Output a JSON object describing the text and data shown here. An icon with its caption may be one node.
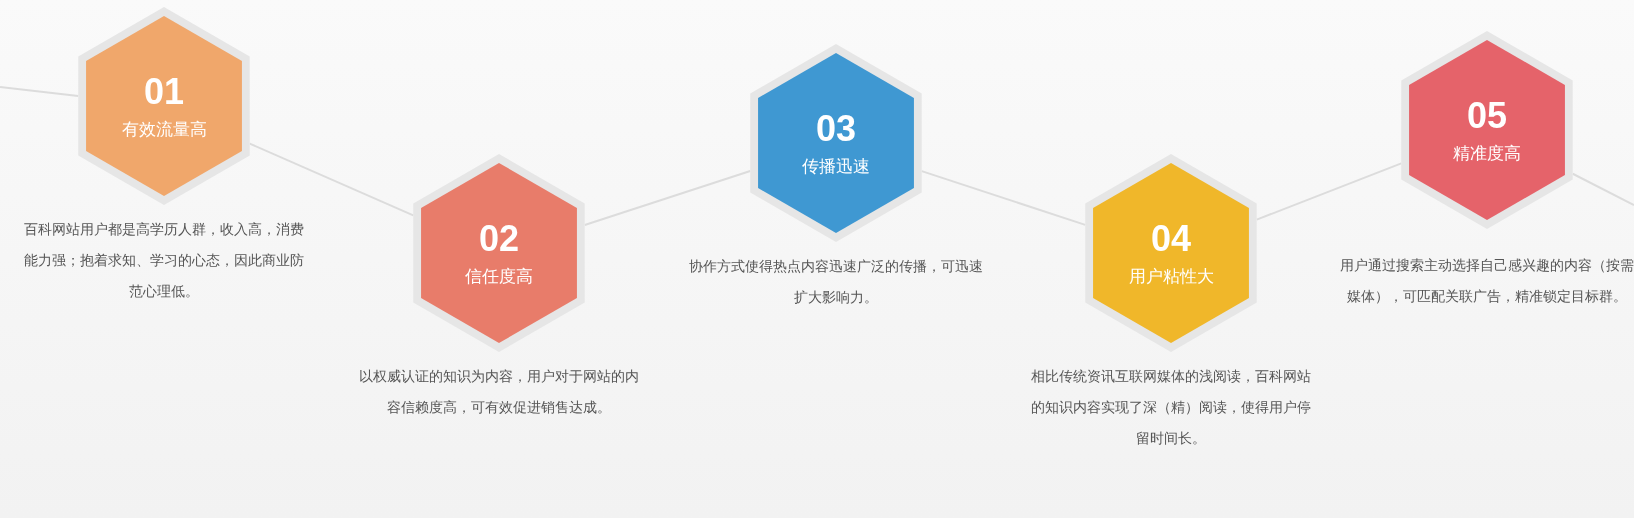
{
  "diagram": {
    "nodes": [
      {
        "text": [
          "01",
          "有效流量高"
        ],
        "beside": [
          "百科网站用户都是高学历人群，收入高，消费能力强；抱着求知、学习的心态，因此商业防范心理低。"
        ]
      },
      {
        "text": [
          "02",
          "信任度高"
        ],
        "beside": [
          "以权威认证的知识为内容，用户对于网站的内容信赖度高，可有效促进销售达成。"
        ]
      },
      {
        "text": [
          "03",
          "传播迅速"
        ],
        "beside": [
          "协作方式使得热点内容迅速广泛的传播，可迅速扩大影响力。"
        ]
      },
      {
        "text": [
          "04",
          "用户粘性大"
        ],
        "beside": [
          "相比传统资讯互联网媒体的浅阅读，百科网站的知识内容实现了深（精）阅读，使得用户停留时间长。"
        ]
      },
      {
        "text": [
          "05",
          "精准度高"
        ],
        "beside": [
          "用户通过搜索主动选择自己感兴趣的内容（按需媒体），可匹配关联广告，精准锁定目标群。"
        ]
      }
    ],
    "edges": [
      {
        "from": null,
        "to": 0,
        "arrow": "none"
      },
      {
        "from": 0,
        "to": 1,
        "arrow": "none"
      },
      {
        "from": 1,
        "to": 2,
        "arrow": "none"
      },
      {
        "from": 2,
        "to": 3,
        "arrow": "none"
      },
      {
        "from": 3,
        "to": 4,
        "arrow": "none"
      },
      {
        "from": 4,
        "to": null,
        "arrow": "none"
      }
    ]
  }
}
